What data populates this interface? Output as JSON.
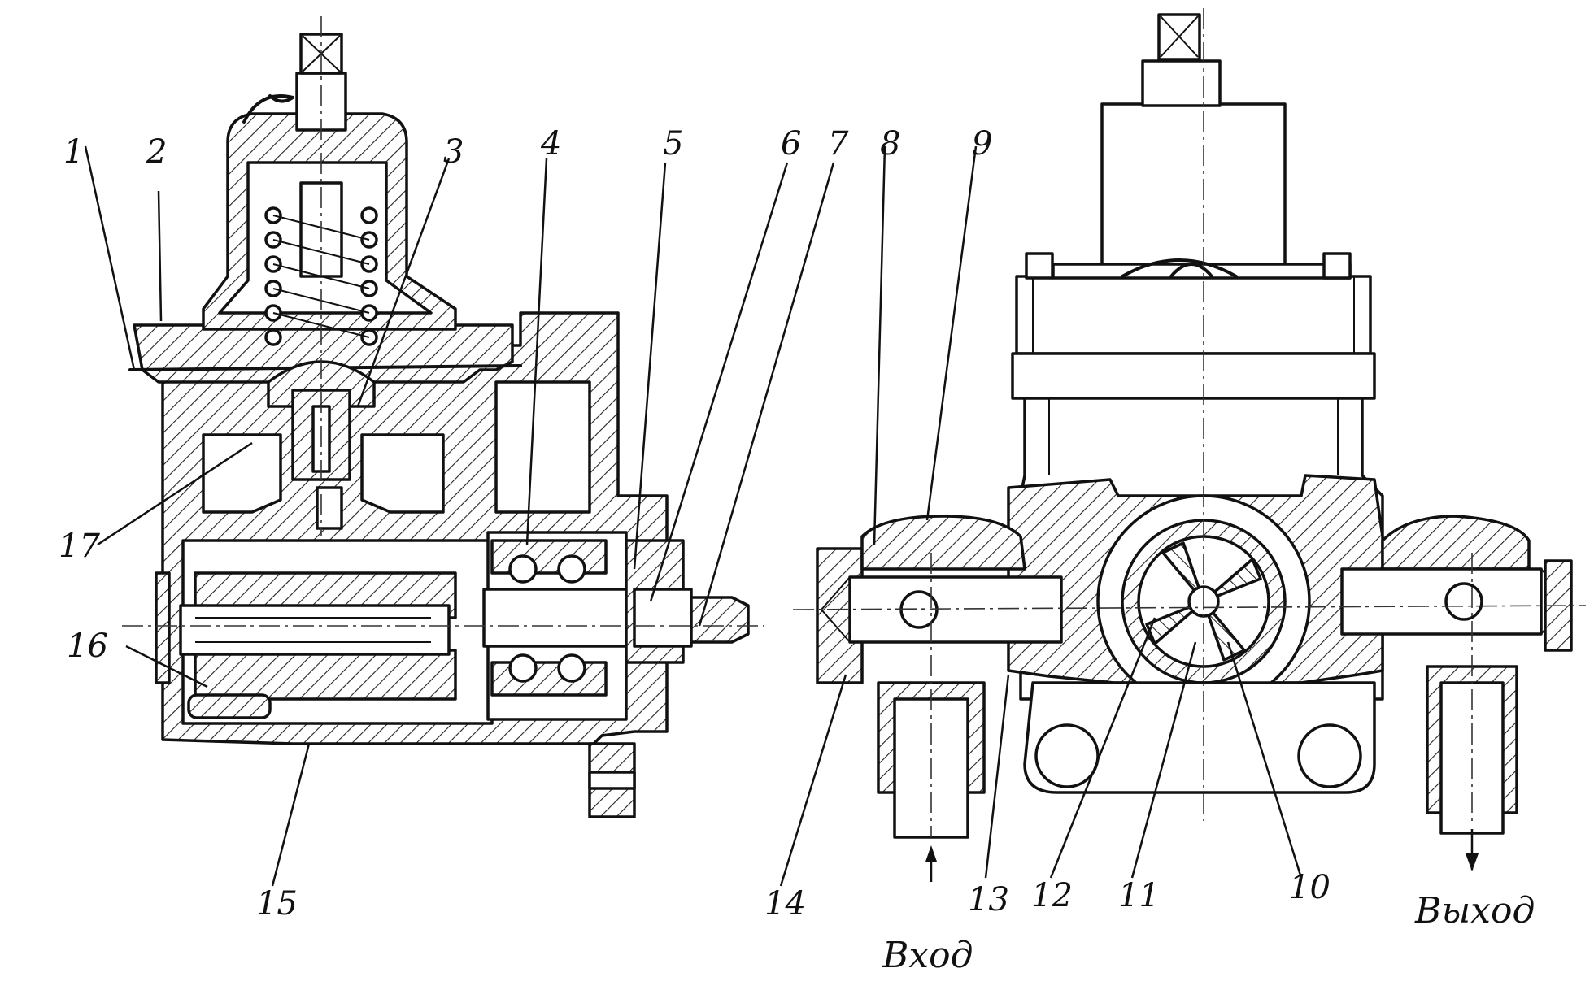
{
  "part_labels": [
    "1",
    "2",
    "3",
    "4",
    "5",
    "6",
    "7",
    "8",
    "9",
    "10",
    "11",
    "12",
    "13",
    "14",
    "15",
    "16",
    "17"
  ],
  "inlet_label": "Вход",
  "outlet_label": "Выход"
}
